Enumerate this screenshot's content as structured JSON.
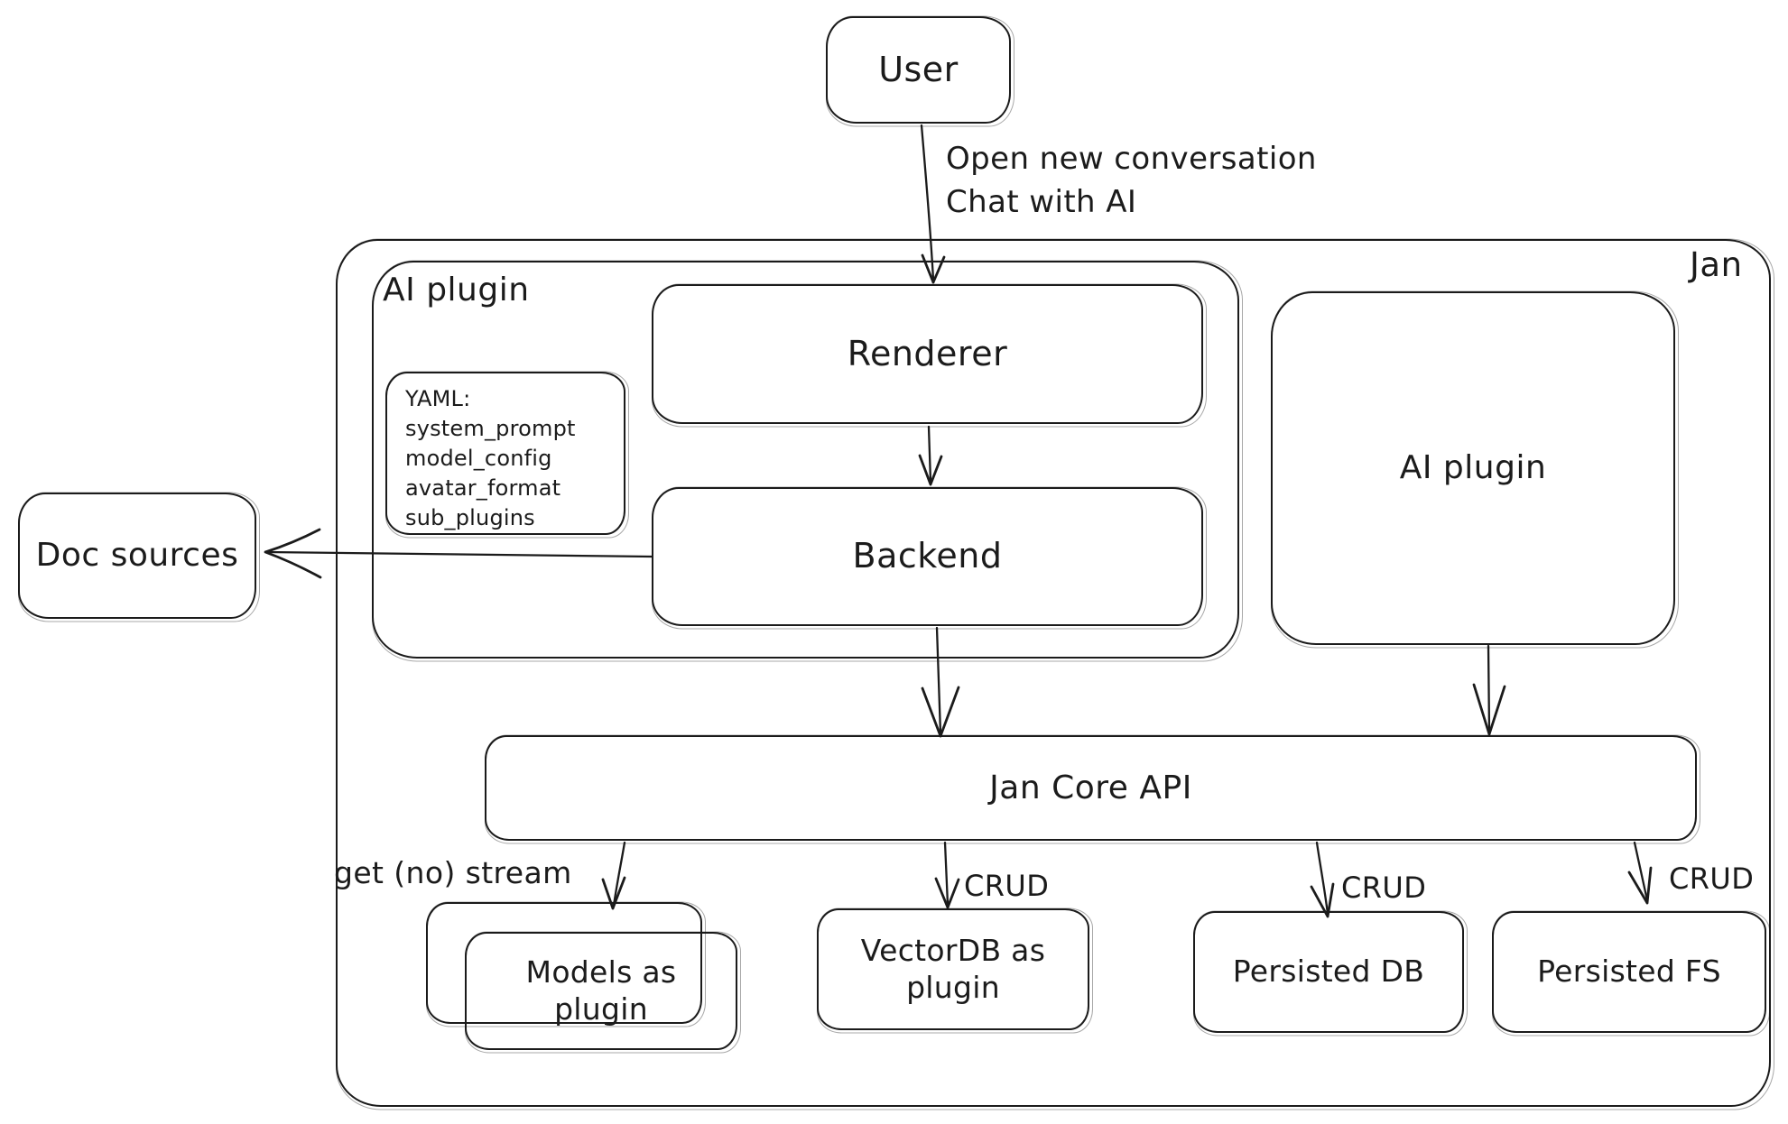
{
  "diagram": {
    "colors": {
      "stroke": "#1b1b1b",
      "background": "#ffffff"
    },
    "user": {
      "label": "User"
    },
    "jan": {
      "label": "Jan"
    },
    "ai_plugin_left": {
      "label": "AI plugin"
    },
    "renderer": {
      "label": "Renderer"
    },
    "backend": {
      "label": "Backend"
    },
    "yaml_note": {
      "title": "YAML:",
      "lines": [
        "system_prompt",
        "model_config",
        "avatar_format",
        "sub_plugins"
      ]
    },
    "ai_plugin_right": {
      "label": "AI plugin"
    },
    "doc_sources": {
      "label": "Doc sources"
    },
    "jan_core_api": {
      "label": "Jan Core API"
    },
    "models_plugin": {
      "label": "Models as plugin"
    },
    "vectordb_plugin": {
      "label": "VectorDB as plugin"
    },
    "persisted_db": {
      "label": "Persisted DB"
    },
    "persisted_fs": {
      "label": "Persisted FS"
    },
    "edges": {
      "user_to_renderer": {
        "label_line1": "Open new conversation",
        "label_line2": "Chat with AI"
      },
      "core_to_models": {
        "label": "get (no) stream"
      },
      "core_to_vectordb": {
        "label": "CRUD"
      },
      "core_to_persisted_db": {
        "label": "CRUD"
      },
      "core_to_persisted_fs": {
        "label": "CRUD"
      }
    }
  }
}
